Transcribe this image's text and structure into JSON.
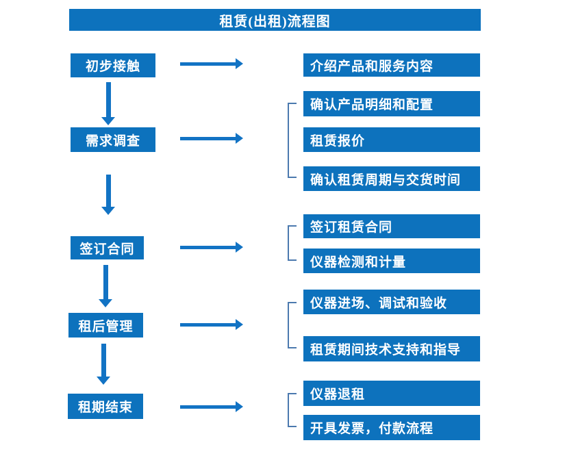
{
  "title": "租赁(出租)流程图",
  "colors": {
    "box_blue": "#0D72BD",
    "arrow_blue": "#1273C4",
    "bracket_blue": "#4B79AE",
    "text_white": "#FFFFFF"
  },
  "stages": [
    {
      "label": "初步接触",
      "items": [
        "介绍产品和服务内容"
      ]
    },
    {
      "label": "需求调查",
      "items": [
        "确认产品明细和配置",
        "租赁报价",
        "确认租赁周期与交货时间"
      ]
    },
    {
      "label": "签订合同",
      "items": [
        "签订租赁合同",
        "仪器检测和计量"
      ]
    },
    {
      "label": "租后管理",
      "items": [
        "仪器进场、调试和验收",
        "租赁期间技术支持和指导"
      ]
    },
    {
      "label": "租期结束",
      "items": [
        "仪器退租",
        "开具发票，付款流程"
      ]
    }
  ],
  "icons": {
    "right_arrow": "arrow-right-icon",
    "down_arrow": "arrow-down-icon"
  }
}
